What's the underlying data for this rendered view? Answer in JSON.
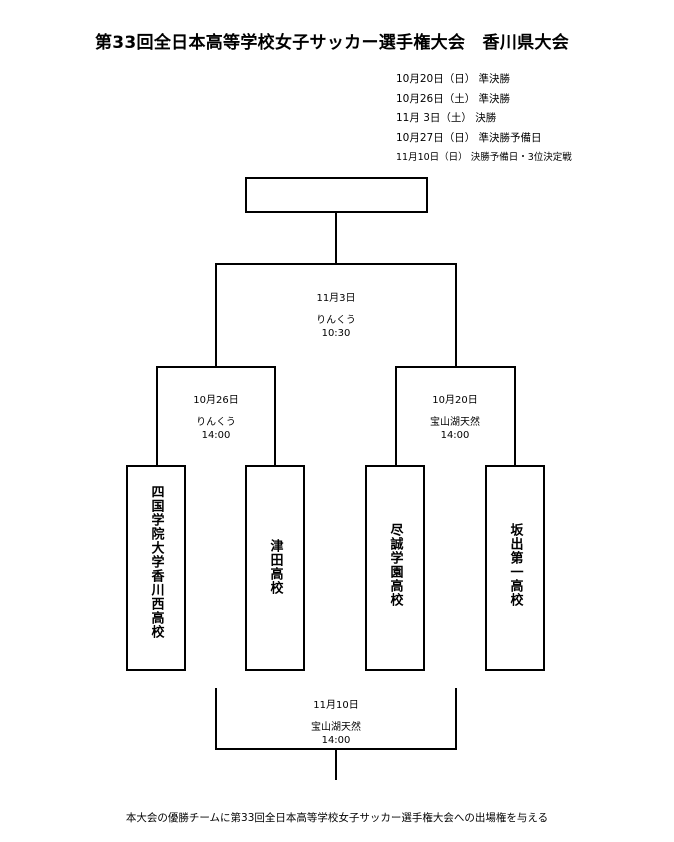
{
  "title": "第33回全日本高等学校女子サッカー選手権大会　香川県大会",
  "schedule": [
    "10月20日（日）  準決勝",
    "10月26日（土）  準決勝",
    "11月  3日（土）  決勝",
    "10月27日（日）  準決勝予備日",
    "11月10日（日）  決勝予備日・3位決定戦"
  ],
  "winner_box": "",
  "final": {
    "date": "11月3日",
    "venue": "りんくう",
    "time": "10:30"
  },
  "semi_left": {
    "date": "10月26日",
    "venue": "りんくう",
    "time": "14:00"
  },
  "semi_right": {
    "date": "10月20日",
    "venue": "宝山湖天然",
    "time": "14:00"
  },
  "teams": [
    "四国学院大学香川西高校",
    "津田高校",
    "尽誠学園高校",
    "坂出第一高校"
  ],
  "third_place": {
    "date": "11月10日",
    "venue": "宝山湖天然",
    "time": "14:00"
  },
  "footer": "本大会の優勝チームに第33回全日本高等学校女子サッカー選手権大会への出場権を与える"
}
